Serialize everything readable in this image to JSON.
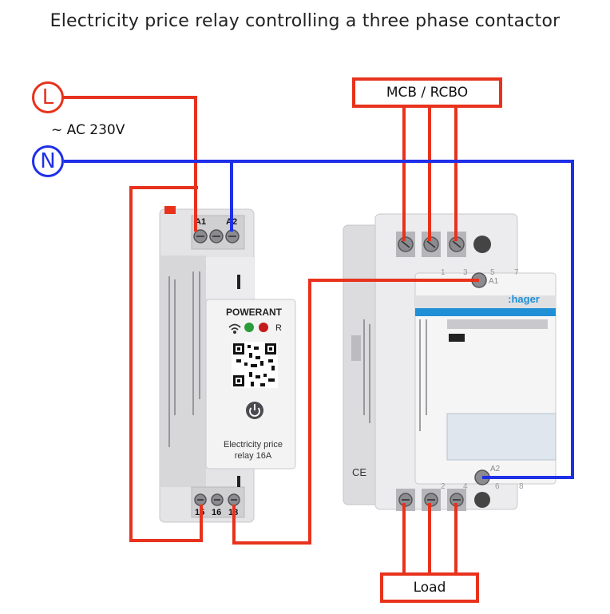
{
  "title": "Electricity price relay controlling a three phase contactor",
  "supply": {
    "l_label": "L",
    "n_label": "N",
    "voltage_label": "~ AC 230V",
    "l_color": "#e8321d",
    "n_color": "#1f2fe8"
  },
  "mcb_label": "MCB / RCBO",
  "load_label": "Load",
  "relay": {
    "brand": "POWERANT",
    "name_line1": "Electricity price",
    "name_line2": "relay 16A",
    "led_r": "R",
    "top_terminals": [
      "A1",
      "A2"
    ],
    "bottom_terminals": [
      "15",
      "16",
      "18"
    ],
    "power_icon": "power-button-icon",
    "qr_icon": "qr-code-icon"
  },
  "contactor": {
    "brand": ":hager",
    "top_numbers": [
      "1",
      "3",
      "5",
      "7"
    ],
    "bottom_numbers": [
      "2",
      "4",
      "6",
      "8"
    ],
    "coil_top": "A1",
    "coil_bottom": "A2"
  }
}
